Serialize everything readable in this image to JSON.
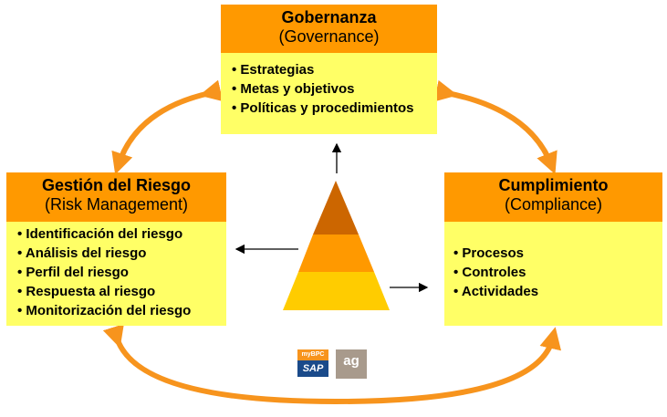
{
  "governance": {
    "title": "Gobernanza",
    "subtitle": "(Governance)",
    "items": [
      "• Estrategias",
      "• Metas y objetivos",
      "• Políticas y procedimientos"
    ]
  },
  "risk": {
    "title": "Gestión del Riesgo",
    "subtitle": "(Risk Management)",
    "items": [
      "• Identificación del riesgo",
      "• Análisis del riesgo",
      "• Perfil del riesgo",
      "• Respuesta al riesgo",
      "• Monitorización del riesgo"
    ]
  },
  "compliance": {
    "title": "Cumplimiento",
    "subtitle": "(Compliance)",
    "items": [
      "• Procesos",
      "• Controles",
      "• Actividades"
    ]
  },
  "logos": {
    "mybpc": "myBPC",
    "sap": "SAP",
    "ag": "ag"
  },
  "colors": {
    "header": "#ff9900",
    "body": "#ffff66",
    "arrow": "#f7941d",
    "pyr_top": "#cc6600",
    "pyr_mid": "#ff9900",
    "pyr_base": "#ffcc00"
  }
}
